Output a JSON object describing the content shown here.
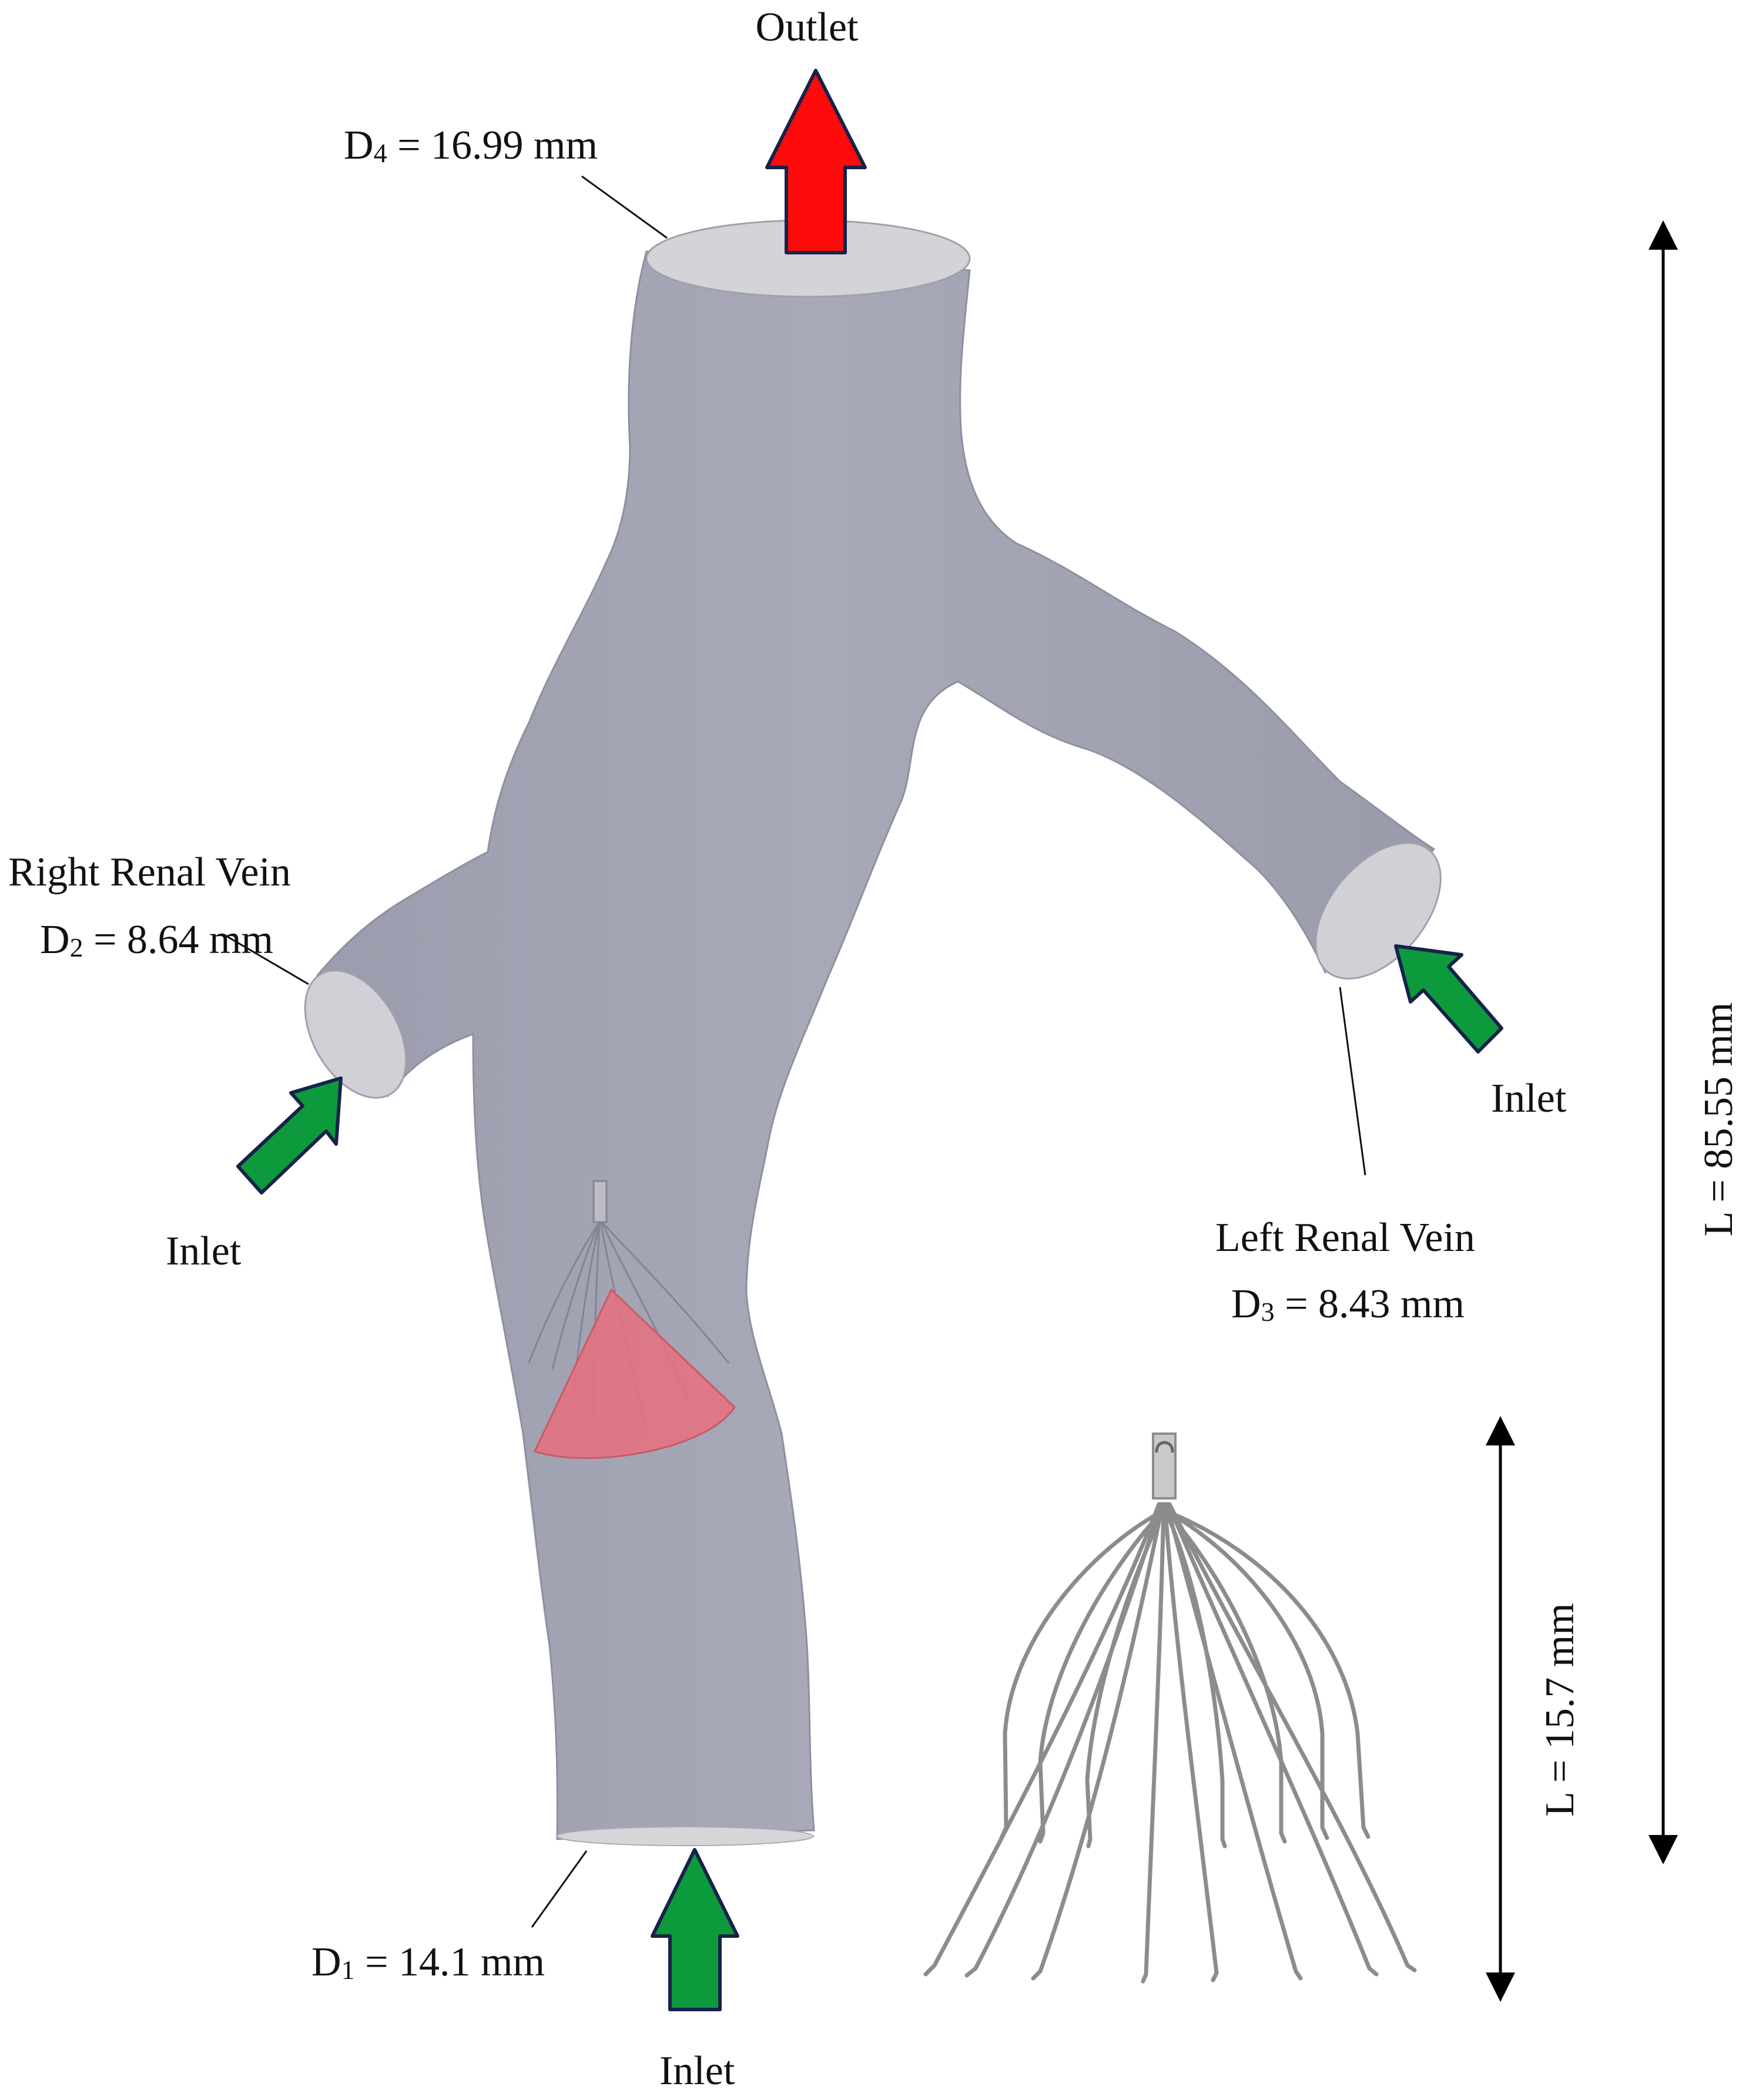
{
  "labels": {
    "outlet": "Outlet",
    "d4_name": "D",
    "d4_sub": "4",
    "d4_value": " = 16.99 mm",
    "right_renal_vein": "Right Renal Vein",
    "d2_name": "D",
    "d2_sub": "2",
    "d2_value": " = 8.64 mm",
    "inlet_right": "Inlet",
    "inlet_left": "Inlet",
    "left_renal_vein": "Left Renal Vein",
    "d3_name": "D",
    "d3_sub": "3",
    "d3_value": " = 8.43 mm",
    "d1_name": "D",
    "d1_sub": "1",
    "d1_value": " = 14.1 mm",
    "inlet_bottom": "Inlet",
    "total_length": "L = 85.55 mm",
    "filter_length": "L = 15.7 mm"
  },
  "colors": {
    "vessel": "#a3a4b3",
    "vessel_cap": "#d2d2d6",
    "outlet_arrow": "#ff0a0a",
    "inlet_arrow": "#0c9a3c",
    "arrow_border": "#17224a",
    "filter_cone": "#e8707e",
    "filter_wire": "#8c8c8c"
  },
  "icons": {
    "outlet_arrow": "arrow-up-icon",
    "inlet_arrow": "arrow-icon",
    "dimension": "double-arrow-icon"
  }
}
